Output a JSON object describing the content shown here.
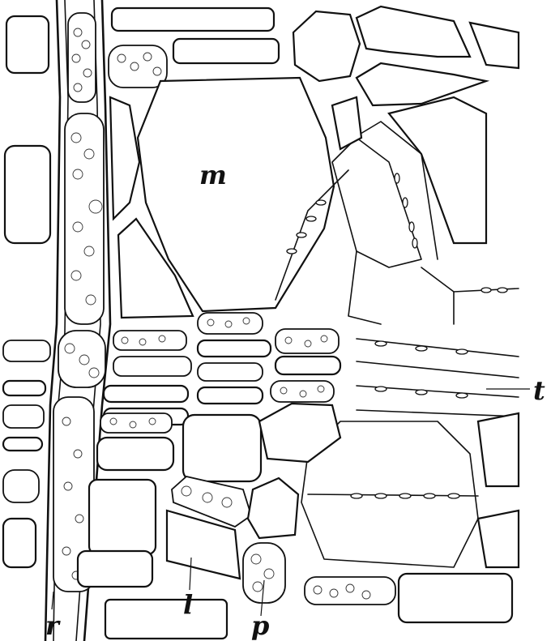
{
  "labels": {
    "m": "m",
    "t": "t",
    "r": "r",
    "l": "l",
    "p": "p"
  },
  "colors": {
    "ink": "#111111",
    "paper": "#ffffff"
  }
}
